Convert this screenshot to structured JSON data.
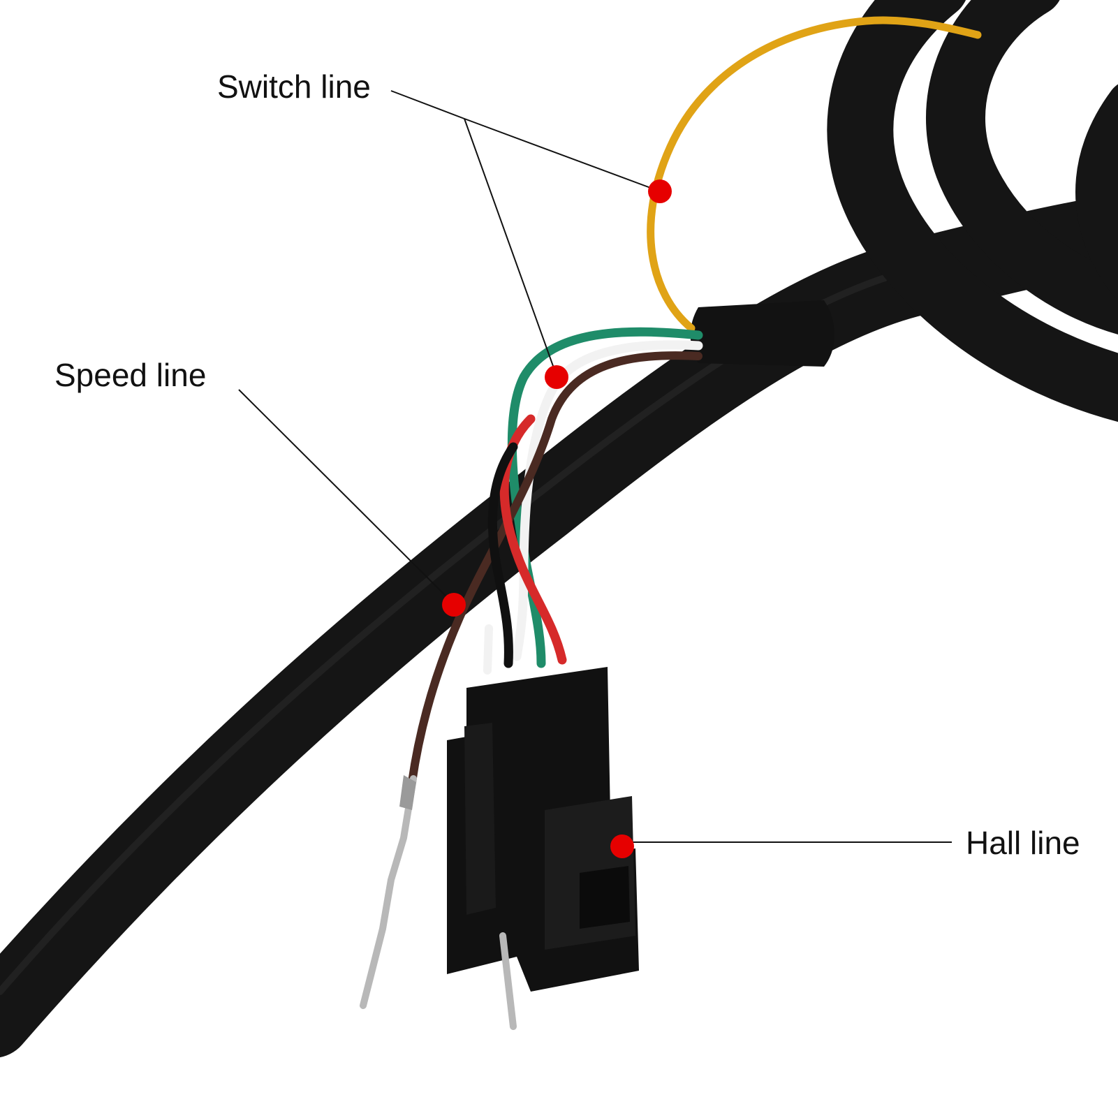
{
  "annotations": {
    "switch_line": "Switch line",
    "speed_line": "Speed line",
    "hall_line": "Hall line"
  },
  "colors": {
    "background": "#ffffff",
    "cable": "#151515",
    "marker": "#e60000",
    "leader_line": "#111111",
    "wire_yellow": "#e0a316",
    "wire_green": "#1f8c69",
    "wire_white": "#f2f2f2",
    "wire_brown": "#4a2a22",
    "wire_red": "#d62a2a",
    "wire_black": "#101010",
    "pin_metal": "#b8b8b8"
  },
  "icons": {
    "marker": "red-dot-marker",
    "connector": "black-plug-connector"
  }
}
